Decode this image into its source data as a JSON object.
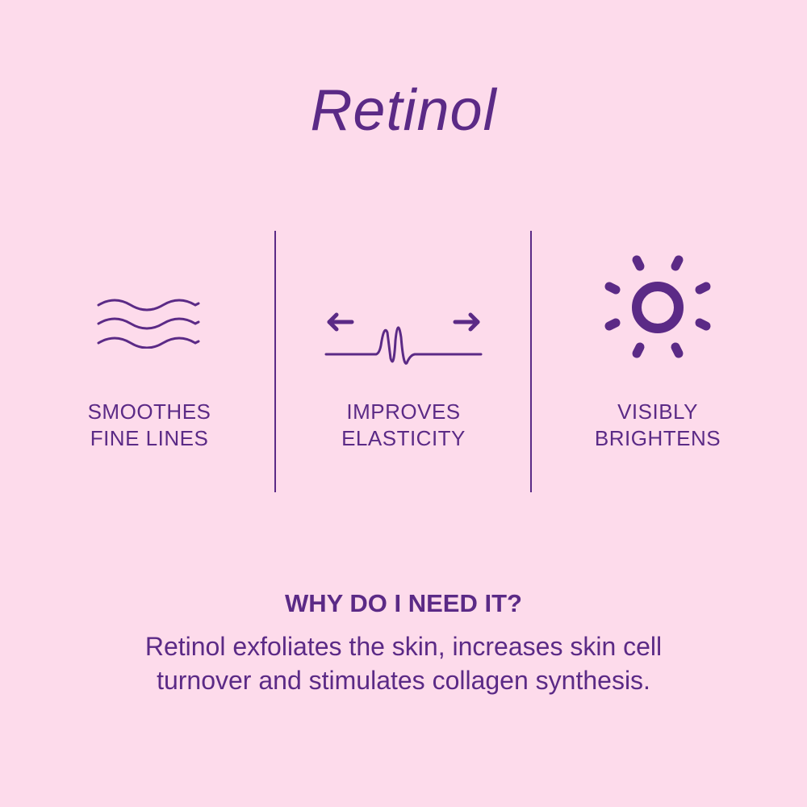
{
  "title": "Retinol",
  "colors": {
    "background": "#fddbeb",
    "accent": "#5b2a86"
  },
  "features": [
    {
      "icon": "waves-icon",
      "label_line1": "SMOOTHES",
      "label_line2": "FINE LINES"
    },
    {
      "icon": "elasticity-wave-arrows-icon",
      "label_line1": "IMPROVES",
      "label_line2": "ELASTICITY"
    },
    {
      "icon": "sun-icon",
      "label_line1": "VISIBLY",
      "label_line2": "BRIGHTENS"
    }
  ],
  "why": {
    "heading": "WHY DO I NEED IT?",
    "body_line1": "Retinol exfoliates the skin, increases skin cell",
    "body_line2": "turnover and stimulates collagen synthesis."
  }
}
